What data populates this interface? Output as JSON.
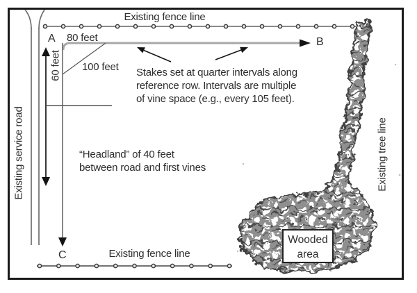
{
  "labels": {
    "fence_top": "Existing fence line",
    "fence_bottom": "Existing fence line",
    "service_road": "Existing service road",
    "tree_line": "Existing tree line",
    "stake_a": "A",
    "stake_b": "B",
    "stake_c": "C",
    "dim_80": "80 feet",
    "dim_60": "60 feet",
    "dim_100": "100 feet",
    "wooded_line1": "Wooded",
    "wooded_line2": "area"
  },
  "notes": {
    "stakes_line1": "Stakes set at quarter intervals along",
    "stakes_line2": "reference row. Intervals are multiple",
    "stakes_line3": "of vine space (e.g., every 105 feet).",
    "headland_line1": "“Headland” of 40 feet",
    "headland_line2": "between road and first vines"
  },
  "icons": {
    "reference_row_end": "right-arrow",
    "ac_line_end": "down-arrow",
    "vertical_dimension": "double-headed-vertical-arrow",
    "stakes_pointer_left": "up-left-arrow",
    "stakes_pointer_right": "up-right-arrow",
    "fence_posts": "bead-dots"
  },
  "colors": {
    "ink": "#2e2e2e",
    "frame": "#1a1a1a",
    "reference_row_gray": "#a8a8a8",
    "road_line_gray": "#6f6f6f",
    "fence_line_gray": "#8a8a8a",
    "tree_fill": "#8f8f8f",
    "tree_stroke": "#3f3f3f"
  }
}
